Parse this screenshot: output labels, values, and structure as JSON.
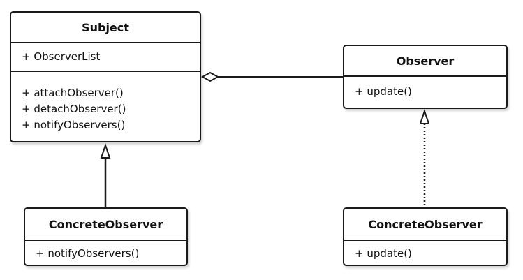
{
  "classes": {
    "subject": {
      "name": "Subject",
      "attributes": [
        "+ ObserverList"
      ],
      "methods": [
        "+ attachObserver()",
        "+ detachObserver()",
        "+ notifyObservers()"
      ]
    },
    "observer": {
      "name": "Observer",
      "methods": [
        "+ update()"
      ]
    },
    "concrete_subject": {
      "name": "ConcreteObserver",
      "methods": [
        "+ notifyObservers()"
      ]
    },
    "concrete_observer": {
      "name": "ConcreteObserver",
      "methods": [
        "+ update()"
      ]
    }
  },
  "relations": [
    {
      "type": "aggregation",
      "from": "subject",
      "to": "observer"
    },
    {
      "type": "generalization",
      "from": "concrete_subject",
      "to": "subject"
    },
    {
      "type": "realization",
      "from": "concrete_observer",
      "to": "observer"
    }
  ]
}
